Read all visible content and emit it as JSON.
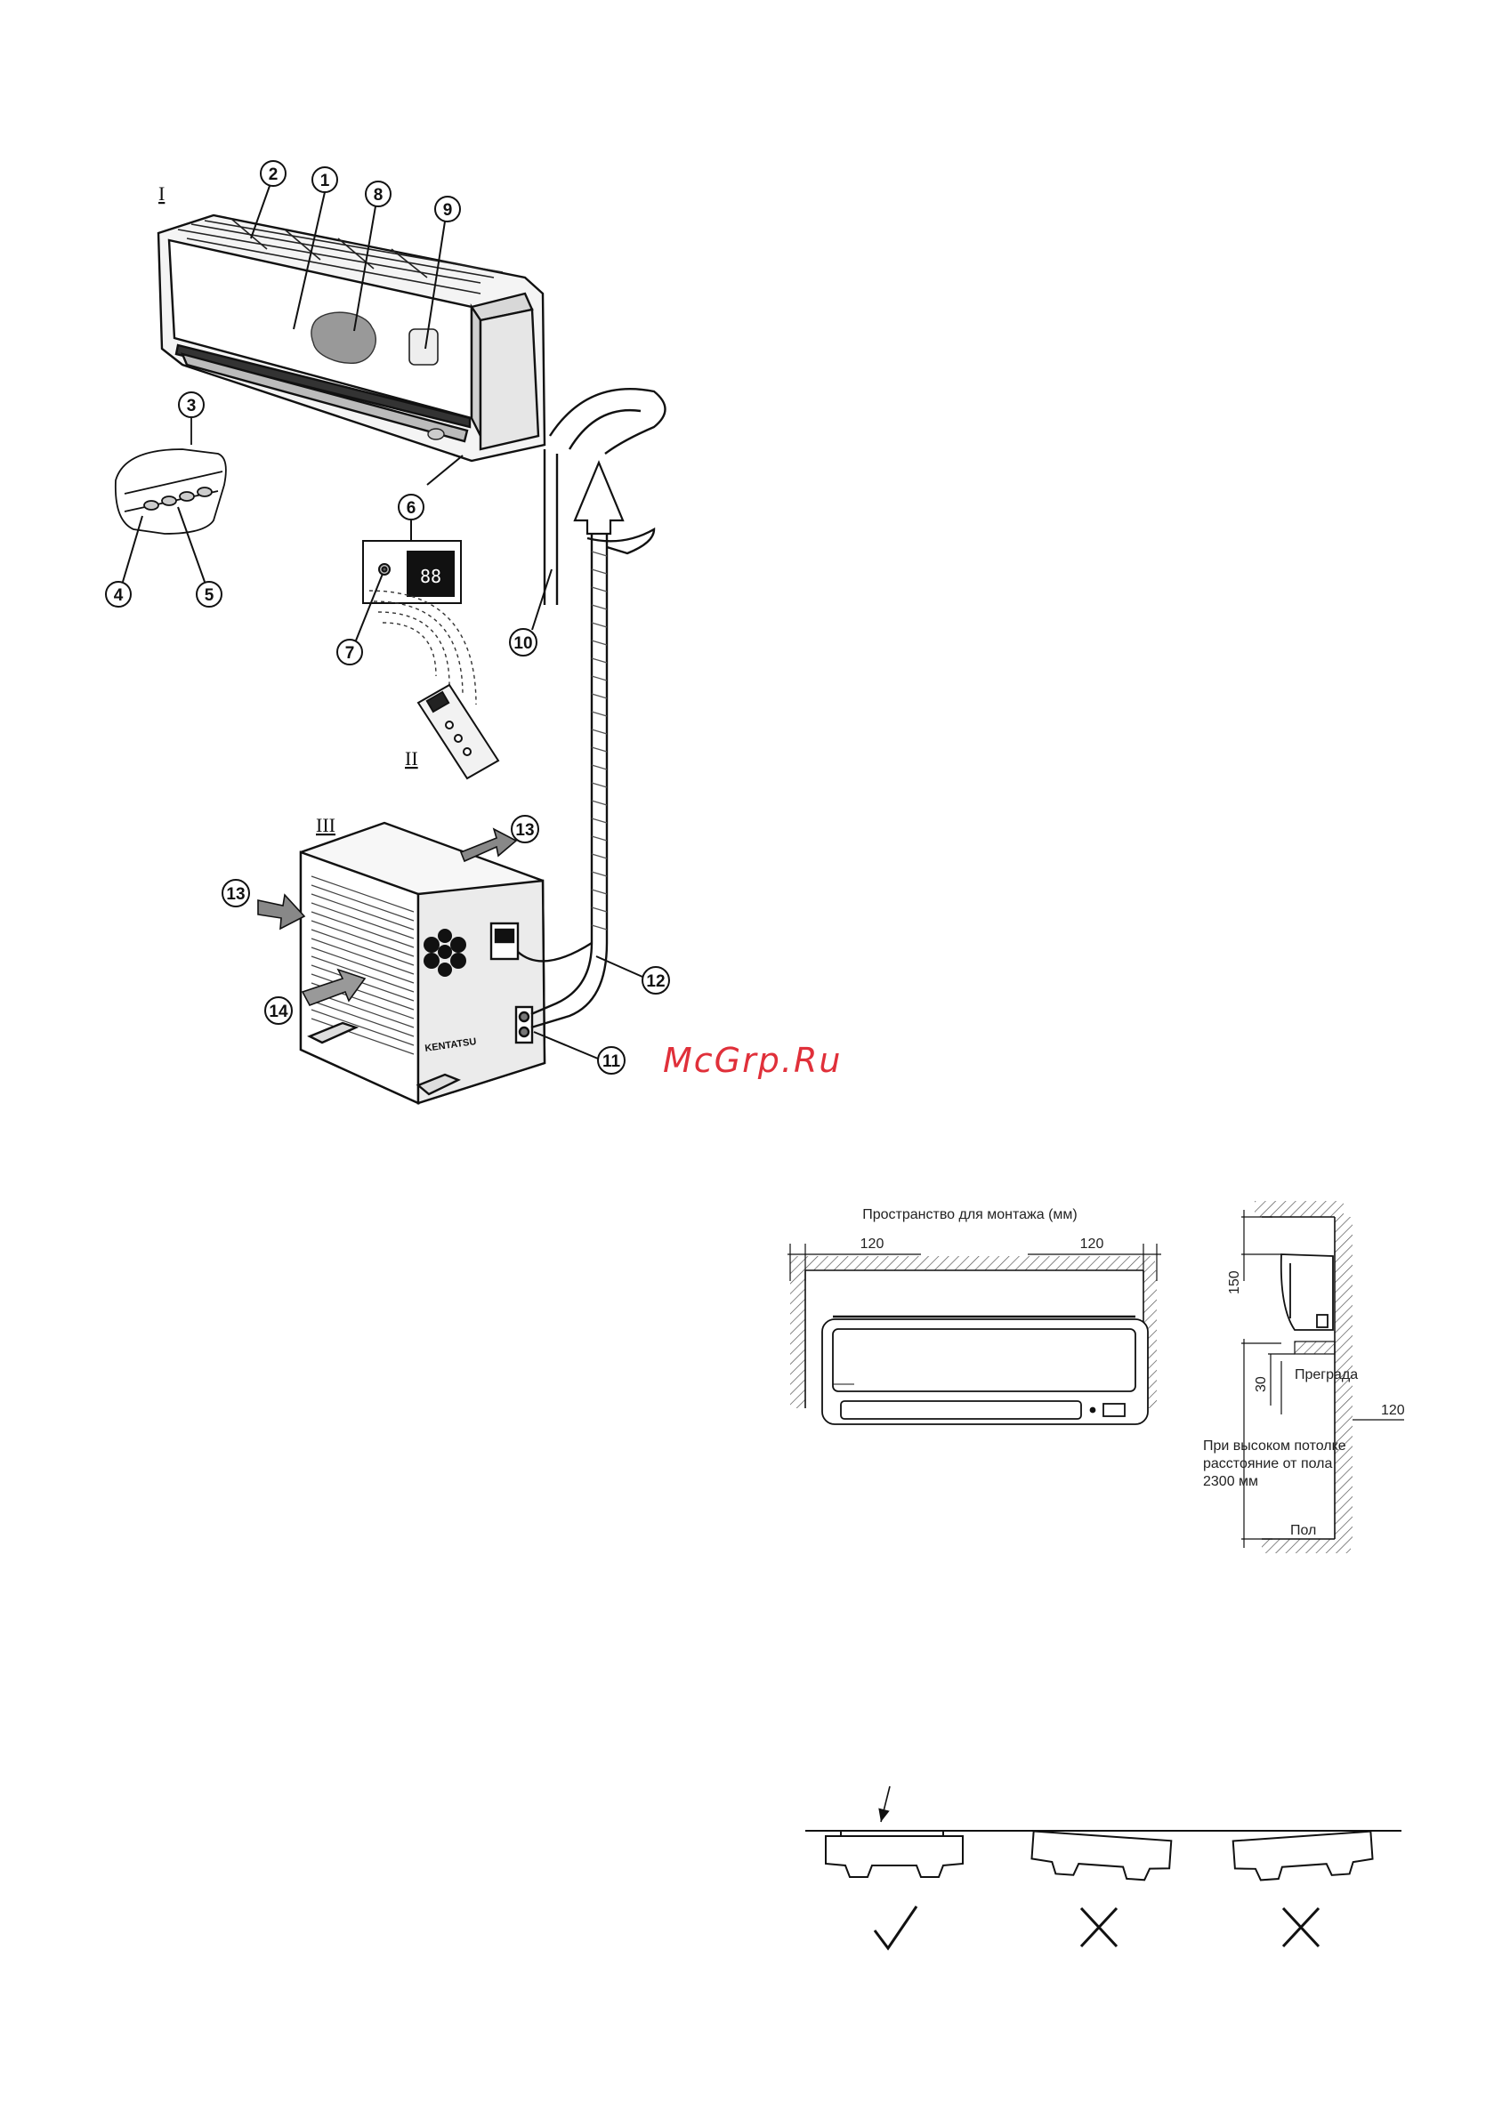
{
  "watermark": "McGrp.Ru",
  "figure1": {
    "roman_labels": [
      "I",
      "II",
      "III"
    ],
    "callouts": [
      "1",
      "2",
      "3",
      "4",
      "5",
      "6",
      "7",
      "8",
      "9",
      "10",
      "11",
      "12",
      "13",
      "13",
      "14"
    ],
    "display_digits": "88",
    "brand": "KENTATSU"
  },
  "figure2": {
    "title": "Пространство для монтажа (мм)",
    "left_gap": "120",
    "right_gap": "120",
    "top_gap": "150",
    "bottom_gap": "30",
    "side_gap": "120",
    "obstacle_label": "Преграда",
    "height_note_line1": "При высоком потолке",
    "height_note_line2": "расстояние от пола",
    "height_note_line3": "2300 мм",
    "floor_label": "Пол"
  },
  "figure3": {
    "marks": [
      "✓",
      "✕",
      "✕"
    ]
  },
  "colors": {
    "ink": "#111111",
    "watermark": "#e0303a",
    "hatch": "#555555"
  }
}
